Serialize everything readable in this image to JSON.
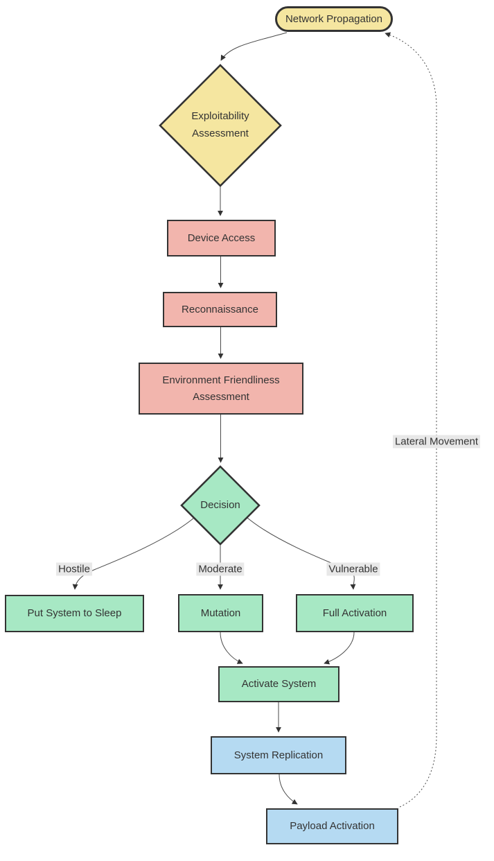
{
  "diagram": {
    "type": "flowchart",
    "direction": "top-down",
    "nodes": [
      {
        "id": "network-propagation",
        "label": "Network Propagation",
        "shape": "stadium",
        "color": "yellow"
      },
      {
        "id": "exploitability-assessment",
        "label": "Exploitability Assessment",
        "shape": "diamond",
        "color": "yellow"
      },
      {
        "id": "device-access",
        "label": "Device Access",
        "shape": "rect",
        "color": "pink"
      },
      {
        "id": "reconnaissance",
        "label": "Reconnaissance",
        "shape": "rect",
        "color": "pink"
      },
      {
        "id": "environment-friendliness-assessment",
        "label": "Environment Friendliness Assessment",
        "shape": "rect",
        "color": "pink"
      },
      {
        "id": "decision",
        "label": "Decision",
        "shape": "diamond",
        "color": "green"
      },
      {
        "id": "put-system-to-sleep",
        "label": "Put System to Sleep",
        "shape": "rect",
        "color": "green"
      },
      {
        "id": "mutation",
        "label": "Mutation",
        "shape": "rect",
        "color": "green"
      },
      {
        "id": "full-activation",
        "label": "Full Activation",
        "shape": "rect",
        "color": "green"
      },
      {
        "id": "activate-system",
        "label": "Activate System",
        "shape": "rect",
        "color": "green"
      },
      {
        "id": "system-replication",
        "label": "System Replication",
        "shape": "rect",
        "color": "blue"
      },
      {
        "id": "payload-activation",
        "label": "Payload Activation",
        "shape": "rect",
        "color": "blue"
      }
    ],
    "edges": [
      {
        "from": "Network Propagation",
        "to": "Exploitability Assessment",
        "label": "",
        "style": "solid"
      },
      {
        "from": "Exploitability Assessment",
        "to": "Device Access",
        "label": "",
        "style": "solid"
      },
      {
        "from": "Device Access",
        "to": "Reconnaissance",
        "label": "",
        "style": "solid"
      },
      {
        "from": "Reconnaissance",
        "to": "Environment Friendliness Assessment",
        "label": "",
        "style": "solid"
      },
      {
        "from": "Environment Friendliness Assessment",
        "to": "Decision",
        "label": "",
        "style": "solid"
      },
      {
        "from": "Decision",
        "to": "Put System to Sleep",
        "label": "Hostile",
        "style": "solid"
      },
      {
        "from": "Decision",
        "to": "Mutation",
        "label": "Moderate",
        "style": "solid"
      },
      {
        "from": "Decision",
        "to": "Full Activation",
        "label": "Vulnerable",
        "style": "solid"
      },
      {
        "from": "Mutation",
        "to": "Activate System",
        "label": "",
        "style": "solid"
      },
      {
        "from": "Full Activation",
        "to": "Activate System",
        "label": "",
        "style": "solid"
      },
      {
        "from": "Activate System",
        "to": "System Replication",
        "label": "",
        "style": "solid"
      },
      {
        "from": "System Replication",
        "to": "Payload Activation",
        "label": "",
        "style": "solid"
      },
      {
        "from": "Payload Activation",
        "to": "Network Propagation",
        "label": "Lateral Movement",
        "style": "dotted"
      }
    ]
  },
  "colors": {
    "node-yellow": "#F5E6A0",
    "node-pink": "#F2B5AD",
    "node-green": "#A7E8C4",
    "node-blue": "#B5DAF2",
    "node-stroke": "#333333",
    "edge-stroke": "#4A4A4A",
    "label-bg": "#E8E8E8",
    "text": "#333333",
    "background": "#FFFFFF"
  }
}
